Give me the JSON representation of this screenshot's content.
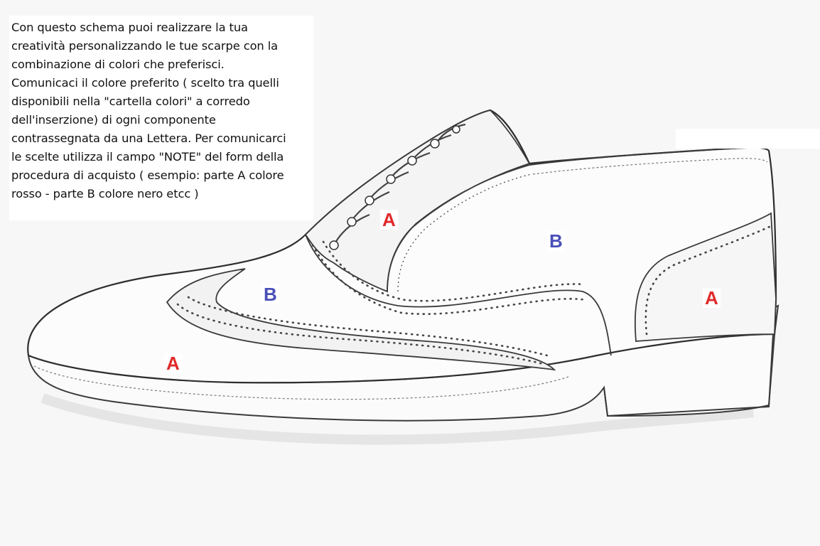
{
  "instructions": {
    "lines": [
      "Con questo schema puoi realizzare la tua",
      "creatività personalizzando le tue scarpe con la",
      "combinazione di colori che preferisci.",
      "Comunicaci il colore preferito ( scelto tra quelli",
      "disponibili nella \"cartella colori\" a corredo",
      "dell'inserzione) di ogni componente",
      "contrassegnata da una Lettera. Per comunicarci",
      "le scelte utilizza il campo \"NOTE\" del form della",
      "procedura di acquisto ( esempio: parte A colore",
      "rosso - parte B colore nero etcc )"
    ]
  },
  "labels": {
    "a_quarter_lace": "A",
    "b_vamp": "B",
    "b_wingtip": "B",
    "a_heel_counter": "A",
    "a_toe": "A"
  },
  "colors": {
    "label_a": "#e02a2a",
    "label_b": "#4a4fb8",
    "line": "#3a3a3a"
  }
}
